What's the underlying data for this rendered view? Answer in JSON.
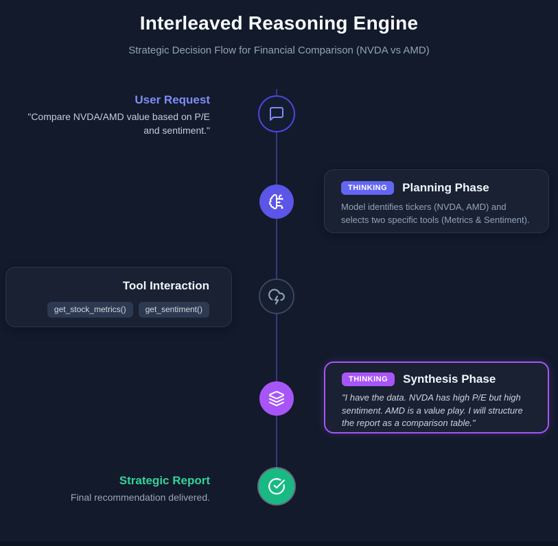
{
  "page": {
    "title": "Interleaved Reasoning Engine",
    "subtitle": "Strategic Decision Flow for Financial Comparison (NVDA vs AMD)"
  },
  "timeline": {
    "steps": [
      {
        "id": "user-request",
        "side": "left",
        "label": "User Request",
        "body": "\"Compare NVDA/AMD value based on P/E\nand sentiment.\"",
        "icon": "message-square-icon",
        "node_style": "outlined-indigo"
      },
      {
        "id": "planning-phase",
        "side": "right",
        "badge": "THINKING",
        "title": "Planning Phase",
        "body": "Model identifies tickers (NVDA, AMD) and\nselects two specific tools (Metrics & Sentiment).",
        "icon": "brain-circuit-icon",
        "node_style": "filled-indigo"
      },
      {
        "id": "tool-interaction",
        "side": "left",
        "title": "Tool Interaction",
        "chips": [
          "get_stock_metrics()",
          "get_sentiment()"
        ],
        "icon": "cloud-lightning-icon",
        "node_style": "outlined-slate"
      },
      {
        "id": "synthesis-phase",
        "side": "right",
        "badge": "THINKING",
        "title": "Synthesis Phase",
        "body": "\"I have the data. NVDA has high P/E but high\nsentiment. AMD is a value play. I will structure\nthe report as a comparison table.\"",
        "icon": "layers-icon",
        "node_style": "filled-purple"
      },
      {
        "id": "strategic-report",
        "side": "left",
        "label": "Strategic Report",
        "body": "Final recommendation delivered.",
        "icon": "circle-check-icon",
        "node_style": "filled-green"
      }
    ]
  },
  "colors": {
    "background": "#121a2b",
    "card_background": "#192133",
    "card_border": "#2b374b",
    "indigo_accent": "#6366f1",
    "indigo_label": "#818cf8",
    "indigo_node_fill": "#5b55e8",
    "purple_accent": "#a855f7",
    "green_node_fill": "#19b983",
    "green_label": "#34d399",
    "title_text": "#f8fafc",
    "muted_text": "#94a3b8",
    "timeline_line": "rgba(99,102,241,0.42)"
  }
}
